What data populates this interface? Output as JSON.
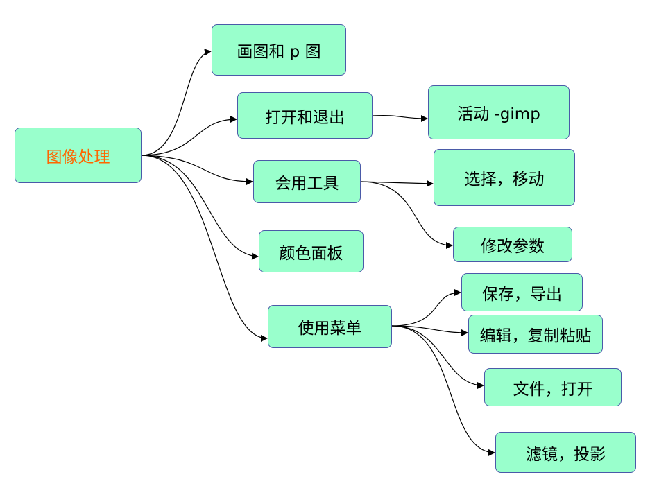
{
  "diagram": {
    "root": {
      "label": "图像处理",
      "color": "#ff6600"
    },
    "branches": [
      {
        "label": "画图和 p 图",
        "children": []
      },
      {
        "label": "打开和退出",
        "children": [
          {
            "label": "活动 -gimp"
          }
        ]
      },
      {
        "label": "会用工具",
        "children": [
          {
            "label": "选择，移动"
          },
          {
            "label": "修改参数"
          }
        ]
      },
      {
        "label": "颜色面板",
        "children": []
      },
      {
        "label": "使用菜单",
        "children": [
          {
            "label": "保存，导出"
          },
          {
            "label": "编辑，复制粘贴"
          },
          {
            "label": "文件，打开"
          },
          {
            "label": "滤镜，投影"
          }
        ]
      }
    ],
    "colors": {
      "node_fill": "#99ffcc",
      "node_border": "#4a5aa8",
      "edge": "#000000"
    }
  }
}
